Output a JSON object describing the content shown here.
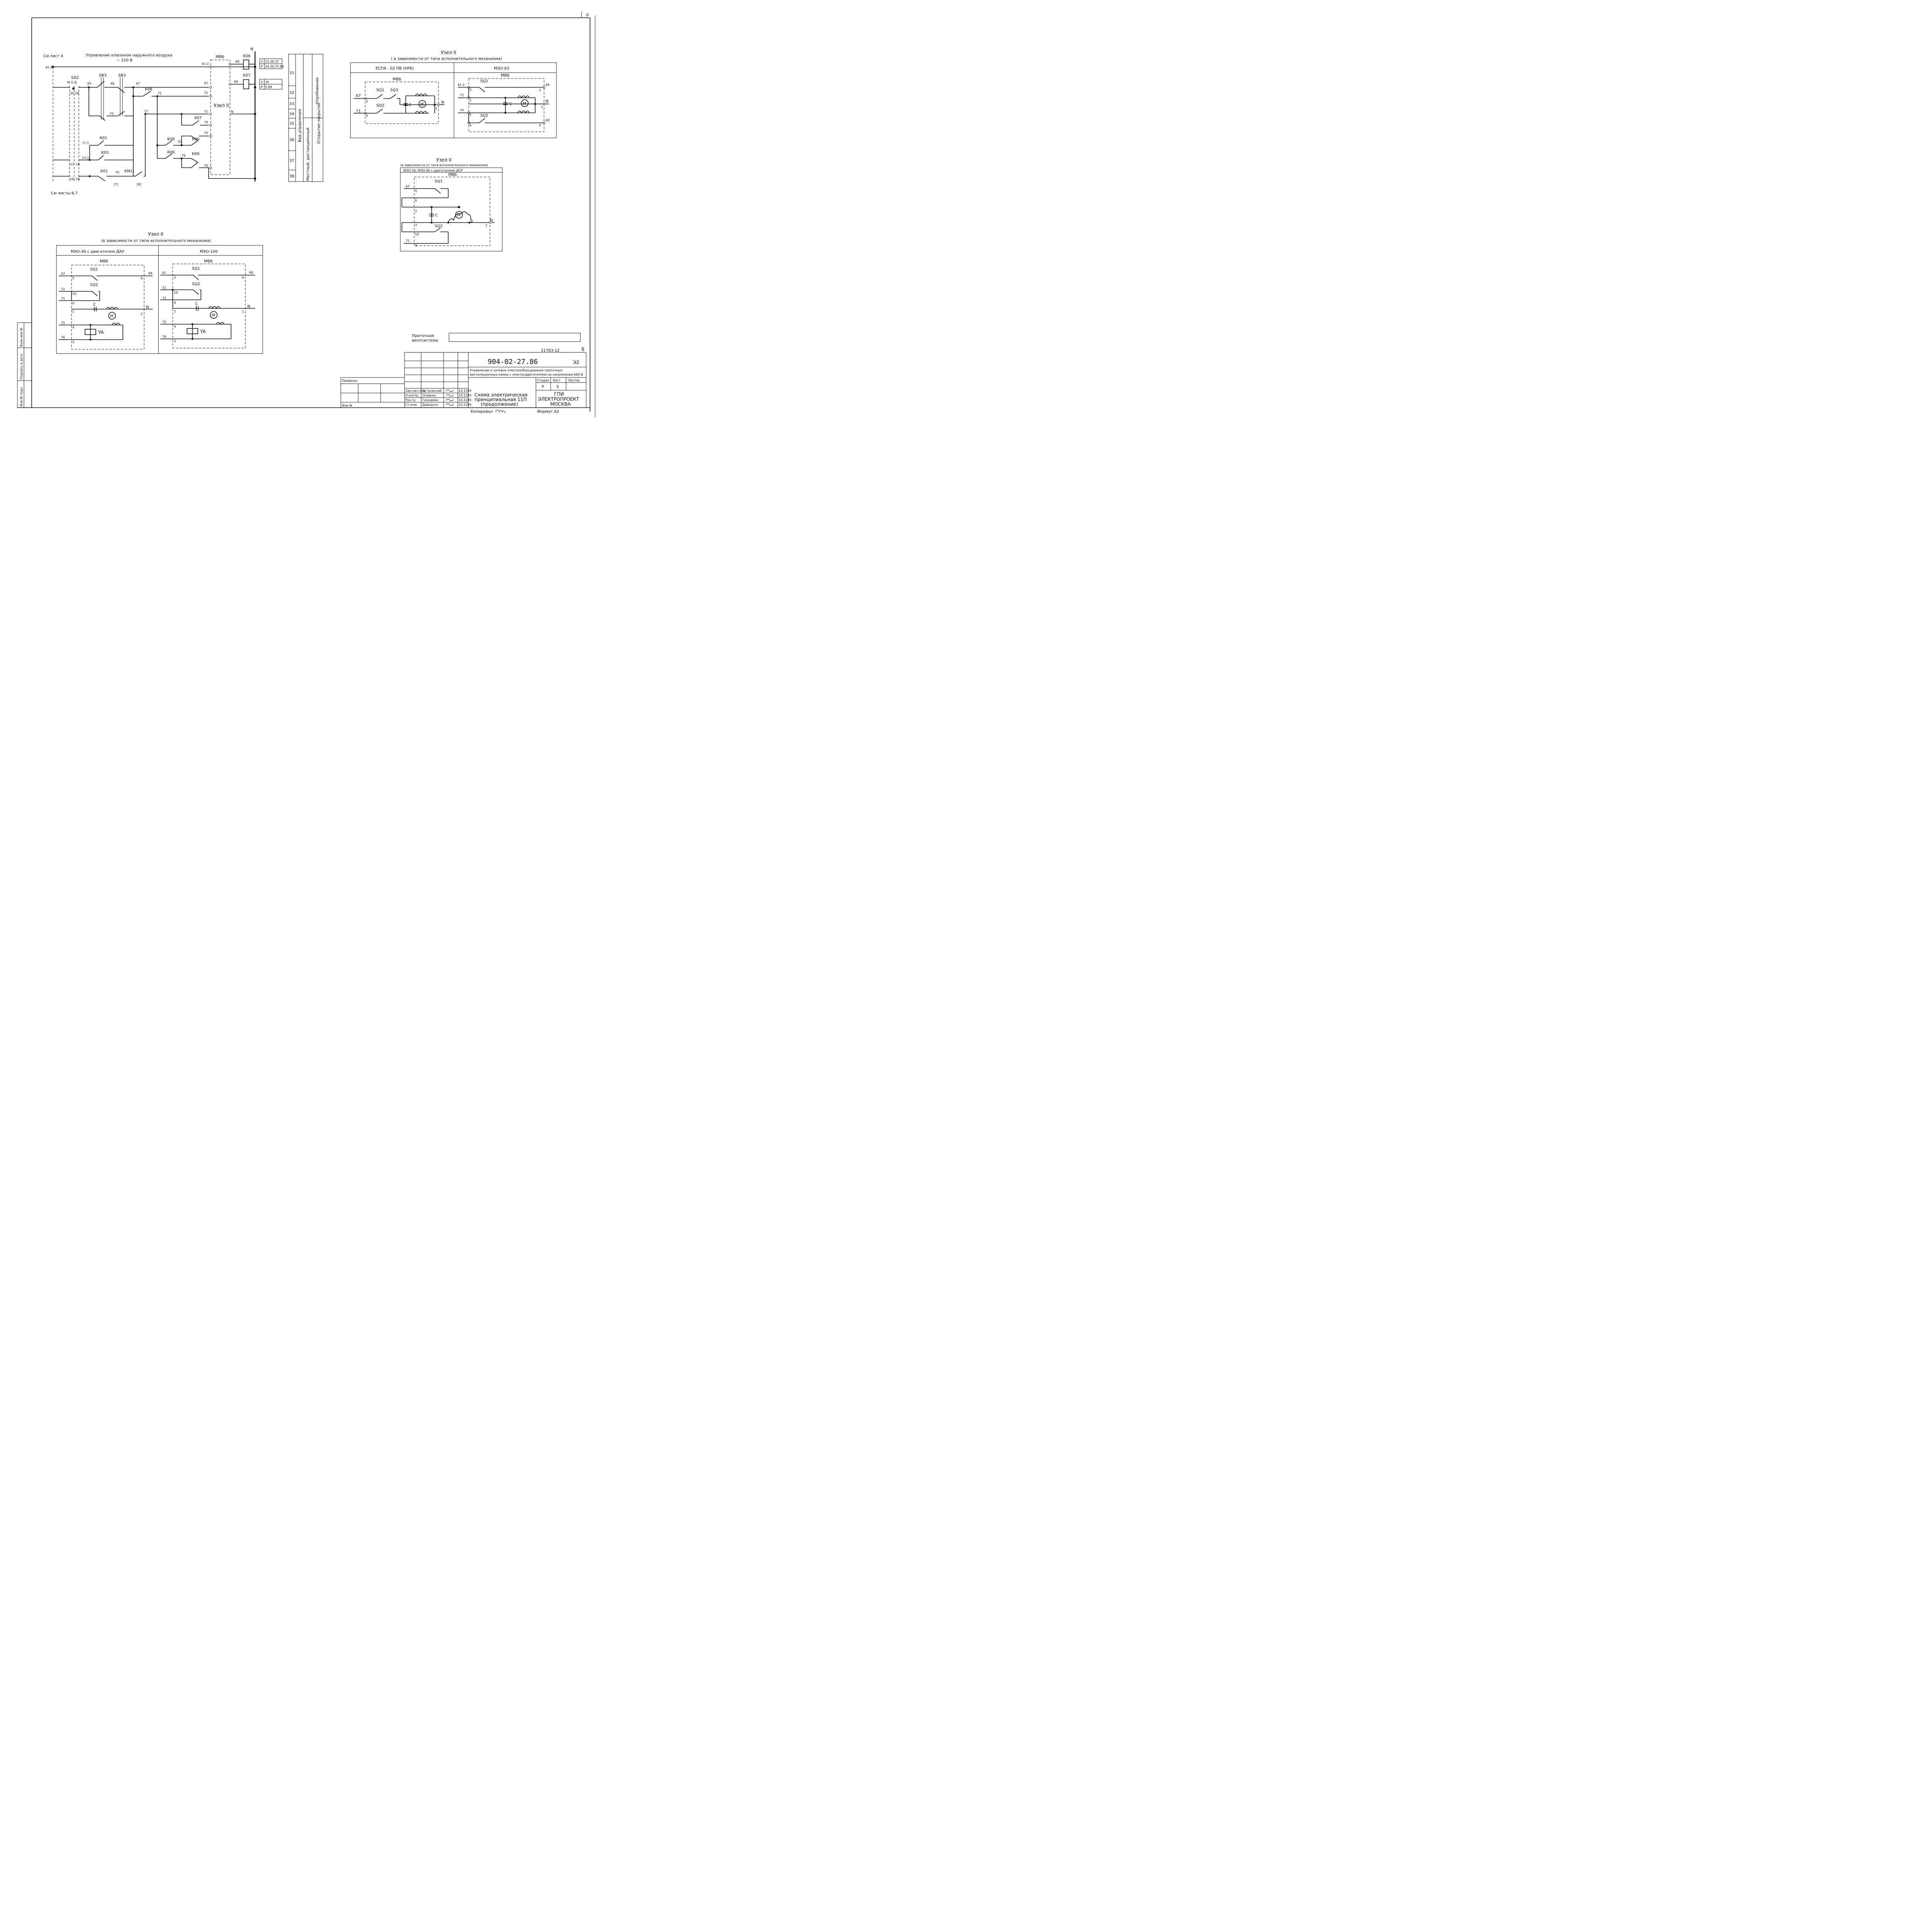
{
  "sheet": {
    "page_corner": "0",
    "page_number": "6",
    "archive_number": "21763-12"
  },
  "main_circuit": {
    "ref_left_top": "См лист 4",
    "ref_left_bottom": "См листы 6,7",
    "title_line1": "Управление клапаном наружного воздуха",
    "title_line2": "~ 220 В",
    "bus_label": "41-2",
    "neutral_label": "N",
    "sa2": "SA2",
    "sa2_modes": "М О Д",
    "sa2_pos_top": "35",
    "sa2_pos_top2": "36",
    "sa2_pos_mid": "17",
    "sa2_pos_mid2": "18",
    "sa2_pos_bot": "19",
    "sa2_pos_bot2": "20",
    "sb3a": "SB3",
    "sb3b": "SB3",
    "w65": "65",
    "w66": "66",
    "w67": "67",
    "w70": "70",
    "w71": "71",
    "w72": "72",
    "k06a": "K06",
    "k07": "K07",
    "k01": "K01",
    "k03": "K03",
    "k06b": "K06",
    "k06c": "K06",
    "k06d": "K06",
    "k06e": "K06",
    "w771": "77-1",
    "w772": "77-2",
    "k01b": "K01",
    "km1": "KM1",
    "w70b": "70",
    "w7": "[7]",
    "w8": "[8]",
    "w75": "75",
    "w76": "76",
    "mbb": "МВБ",
    "uzel": "Узел II",
    "t67": "67",
    "t72": "72",
    "t71": "71",
    "t741": "74",
    "t751": "75",
    "t761": "76",
    "coil_k06": "K06",
    "coil_k07": "K07",
    "w68": "68",
    "w69": "69",
    "ref1_a": "3",
    "ref1_b": "32,36,37",
    "ref1_c": "P",
    "ref1_d": "24,36,37,89",
    "ref2_a": "3",
    "ref2_b": "35",
    "ref2_c": "P",
    "ref2_d": "5,89"
  },
  "line_table": {
    "numbers": [
      "31",
      "32",
      "33",
      "34",
      "35",
      "36",
      "37",
      "38"
    ],
    "col1": "Вид управления",
    "col2": "Местный, дистанционный",
    "col3": "Опробование",
    "col4": "Открытие-закрытие"
  },
  "node_top_right": {
    "title": "Узел II",
    "subtitle": "( в зависимости от типа исполнительного механизма)",
    "col_left": "ЕСПА - 02 ПВ (НРБ)",
    "col_right": "МЭО-63",
    "mbb_left": "МВБ",
    "mbb_right": "МВБ",
    "sq1": "SQ1",
    "sq3": "SQ3",
    "sq2": "SQ2",
    "c": "C",
    "m": "M",
    "n": "N",
    "w67": "67",
    "w71": "71",
    "t3": "3",
    "t6": "6",
    "t1": "1",
    "r_sq1": "SQ1",
    "r_sq2": "SQ2",
    "r_c": "C",
    "r_m": "M",
    "r_n": "N",
    "r_412": "41-2",
    "r_72": "72",
    "r_74": "74",
    "r_68": "68",
    "r_69": "69",
    "r_t3": "3",
    "r_t2": "2",
    "r_t5": "5",
    "r_t6": "6",
    "r_t21": "2",
    "r_t1": "1",
    "r_t51": "5"
  },
  "node_middle": {
    "title": "Узел II",
    "subtitle": "(в зависимости от типа исполнительного механизма)",
    "header": "МЭО-16; МЭО-40 с двигателями ДСР",
    "mbb": "МВБ",
    "sq1": "SQ1",
    "sq2": "SQ2",
    "c": "C",
    "m": "M",
    "n": "N",
    "w67": "67",
    "w71": "71",
    "t5": "5",
    "t6": "6",
    "t2": "2",
    "t3": "3",
    "t10": "10",
    "t9": "9",
    "t1": "1"
  },
  "node_bottom": {
    "title": "Узел II",
    "subtitle": "(в зависимости от типа исполнительного механизма)",
    "col_left": "МЭО-40  с двигателем ДАУ",
    "col_right": "МЭО-100",
    "mbb": "МВБ",
    "sq1": "SQ1",
    "sq2": "SQ2",
    "c": "C",
    "m": "M",
    "n": "N",
    "ya": "YA",
    "w67": "67",
    "w72": "72",
    "w71": "71",
    "w75": "75",
    "w76": "76",
    "w68": "68",
    "t5": "5",
    "t10": "10",
    "t9": "9",
    "t1": "1",
    "t4": "4",
    "t3": "3",
    "t6": "6",
    "t2": "2",
    "r_t2": "2"
  },
  "system_label": {
    "line1": "Приточная",
    "line2": "вентсистема"
  },
  "side_stamp": {
    "c1": "Взам инв №",
    "c2": "Подпись и дата",
    "c3": "Инв № подл"
  },
  "title_block": {
    "code": "904-02-27.86",
    "sheet_code": "Э2",
    "project_line1": "Управление и силовое электрооборудование приточных",
    "project_line2": "вентиляционных камер с электродвигателями на напряжение 660 В",
    "drawing_line1": "Схема электрическая",
    "drawing_line2": "принципиальная 11П",
    "drawing_line3": "(продолжение)",
    "stage_label": "Стадия",
    "sheet_label": "Лист",
    "sheets_label": "Листов",
    "stage": "Р",
    "sheet": "5",
    "org1": "ГПИ",
    "org2": "ЭЛЕКТРОПРОЕКТ",
    "org3": "МОСКВА",
    "bound": "Привязан",
    "inv": "Инв №",
    "copied": "Копировал",
    "format": "Формат А2",
    "roles": [
      "Зам.нач.отд",
      "Н.контр.",
      "Рук.гр",
      "Ст.инж"
    ],
    "names": [
      "Островский",
      "Огиенко",
      "Гинодман",
      "Давидсон"
    ],
    "dates": [
      "10.1285",
      "10.1285",
      "10.1285",
      "10.1285"
    ]
  }
}
